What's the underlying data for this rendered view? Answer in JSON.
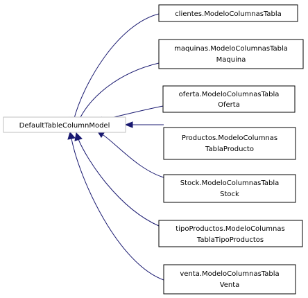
{
  "diagram": {
    "base_class": {
      "label": "DefaultTableColumnModel"
    },
    "derived_classes": [
      {
        "lines": [
          "clientes.ModeloColumnasTabla"
        ]
      },
      {
        "lines": [
          "maquinas.ModeloColumnasTabla",
          "Maquina"
        ]
      },
      {
        "lines": [
          "oferta.ModeloColumnasTabla",
          "Oferta"
        ]
      },
      {
        "lines": [
          "Productos.ModeloColumnas",
          "TablaProducto"
        ]
      },
      {
        "lines": [
          "Stock.ModeloColumnasTabla",
          "Stock"
        ]
      },
      {
        "lines": [
          "tipoProductos.ModeloColumnas",
          "TablaTipoProductos"
        ]
      },
      {
        "lines": [
          "venta.ModeloColumnasTabla",
          "Venta"
        ]
      }
    ],
    "colors": {
      "edge": "#191970",
      "node_border": "#000000",
      "base_border": "#bfbfbf"
    }
  }
}
